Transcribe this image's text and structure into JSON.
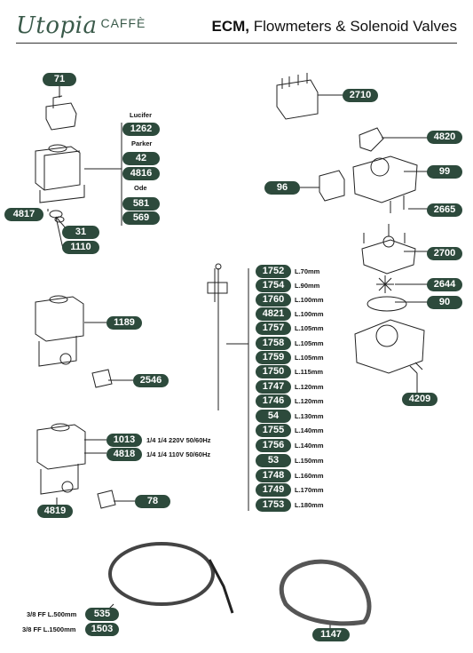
{
  "header": {
    "brand_script": "Utopia",
    "brand_caffe": "CAFFÈ",
    "title_bold": "ECM,",
    "title_rest": " Flowmeters & Solenoid Valves"
  },
  "valve_group": {
    "lucifer": "Lucifer",
    "parker": "Parker",
    "ode": "Ode"
  },
  "parts": {
    "p71": "71",
    "p1262": "1262",
    "p42": "42",
    "p4816": "4816",
    "p581": "581",
    "p569": "569",
    "p4817": "4817",
    "p31": "31",
    "p1110": "1110",
    "p2710": "2710",
    "p4820": "4820",
    "p99": "99",
    "p96": "96",
    "p2665": "2665",
    "p2700": "2700",
    "p2644": "2644",
    "p90": "90",
    "p4209": "4209",
    "p1189": "1189",
    "p2546": "2546",
    "p1013": "1013",
    "p4818": "4818",
    "p4819": "4819",
    "p78": "78",
    "p535": "535",
    "p1503": "1503",
    "p1147": "1147"
  },
  "probe_lengths": [
    {
      "code": "1752",
      "len": "L.70mm"
    },
    {
      "code": "1754",
      "len": "L.90mm"
    },
    {
      "code": "1760",
      "len": "L.100mm"
    },
    {
      "code": "4821",
      "len": "L.100mm"
    },
    {
      "code": "1757",
      "len": "L.105mm"
    },
    {
      "code": "1758",
      "len": "L.105mm"
    },
    {
      "code": "1759",
      "len": "L.105mm"
    },
    {
      "code": "1750",
      "len": "L.115mm"
    },
    {
      "code": "1747",
      "len": "L.120mm"
    },
    {
      "code": "1746",
      "len": "L.120mm"
    },
    {
      "code": "54",
      "len": "L.130mm"
    },
    {
      "code": "1755",
      "len": "L.140mm"
    },
    {
      "code": "1756",
      "len": "L.140mm"
    },
    {
      "code": "53",
      "len": "L.150mm"
    },
    {
      "code": "1748",
      "len": "L.160mm"
    },
    {
      "code": "1749",
      "len": "L.170mm"
    },
    {
      "code": "1753",
      "len": "L.180mm"
    }
  ],
  "descriptions": {
    "d1013": "1/4 1/4 220V 50/60Hz",
    "d4818": "1/4 1/4 110V 50/60Hz",
    "d535": "3/8 FF L.500mm",
    "d1503": "3/8 FF L.1500mm"
  }
}
